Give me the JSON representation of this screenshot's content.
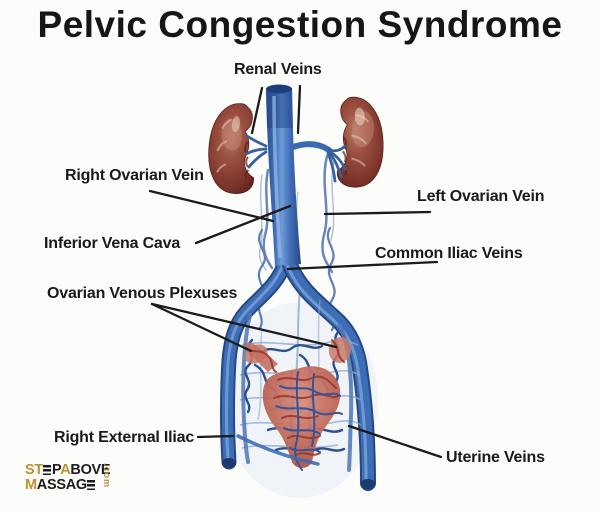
{
  "title": "Pelvic Congestion Syndrome",
  "labels": {
    "renal_veins": "Renal Veins",
    "right_ovarian_vein": "Right Ovarian Vein",
    "left_ovarian_vein": "Left Ovarian Vein",
    "inferior_vena_cava": "Inferior Vena Cava",
    "common_iliac_veins": "Common Iliac Veins",
    "ovarian_venous_plexuses": "Ovarian Venous Plexuses",
    "right_external_iliac": "Right External Iliac",
    "uterine_veins": "Uterine Veins"
  },
  "logo": {
    "line1": [
      {
        "text": "ST",
        "color": "gold"
      },
      {
        "bars": true,
        "color": "dark"
      },
      {
        "text": "P",
        "color": "dark"
      },
      {
        "text": "A",
        "color": "gold"
      },
      {
        "text": "BOVE",
        "color": "dark"
      }
    ],
    "line2": [
      {
        "text": "M",
        "color": "gold"
      },
      {
        "text": "ASSAG",
        "color": "dark"
      },
      {
        "bars": true,
        "color": "dark"
      }
    ],
    "vertical": ".com",
    "colors": {
      "gold": "#bd9233",
      "dark": "#1d1d1d"
    }
  },
  "colors": {
    "vein_blue": "#3e6db8",
    "vein_dark": "#24497f",
    "vein_light": "#8fa8cf",
    "kidney_brown": "#8a4135",
    "uterus_pink": "#c16b5c",
    "plexus_red": "#9c382d",
    "label_text": "#1a1a1a",
    "leader_line": "#1b1b1b"
  }
}
